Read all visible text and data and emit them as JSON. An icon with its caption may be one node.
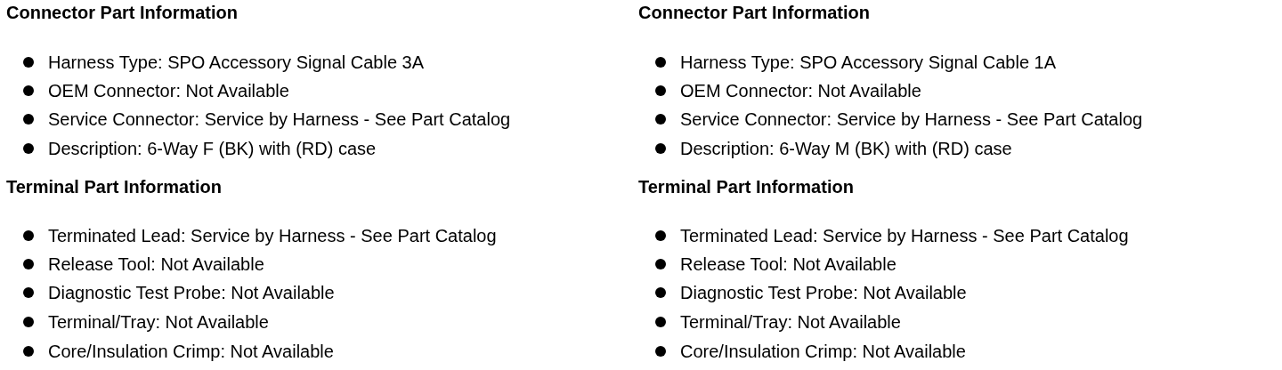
{
  "diagram": {
    "labels": [
      "Connector Part Information",
      "Harness Type: SPO Accessory Signal Cable 3A",
      "OEM Connector: Not Available",
      "Service Connector: Service by Harness - See Part Catalog",
      "Description: 6-Way F (BK) with (RD) case",
      "Terminal Part Information",
      "Terminated Lead: Service by Harness - See Part Catalog",
      "Release Tool: Not Available",
      "Diagnostic Test Probe: Not Available",
      "Terminal/Tray: Not Available",
      "Core/Insulation Crimp: Not Available",
      "Connector Part Information",
      "Harness Type: SPO Accessory Signal Cable 1A",
      "OEM Connector: Not Available",
      "Service Connector: Service by Harness - See Part Catalog",
      "Description: 6-Way M (BK) with (RD) case",
      "Terminal Part Information",
      "Terminated Lead: Service by Harness - See Part Catalog",
      "Release Tool: Not Available",
      "Diagnostic Test Probe: Not Available",
      "Terminal/Tray: Not Available",
      "Core/Insulation Crimp: Not Available"
    ]
  }
}
